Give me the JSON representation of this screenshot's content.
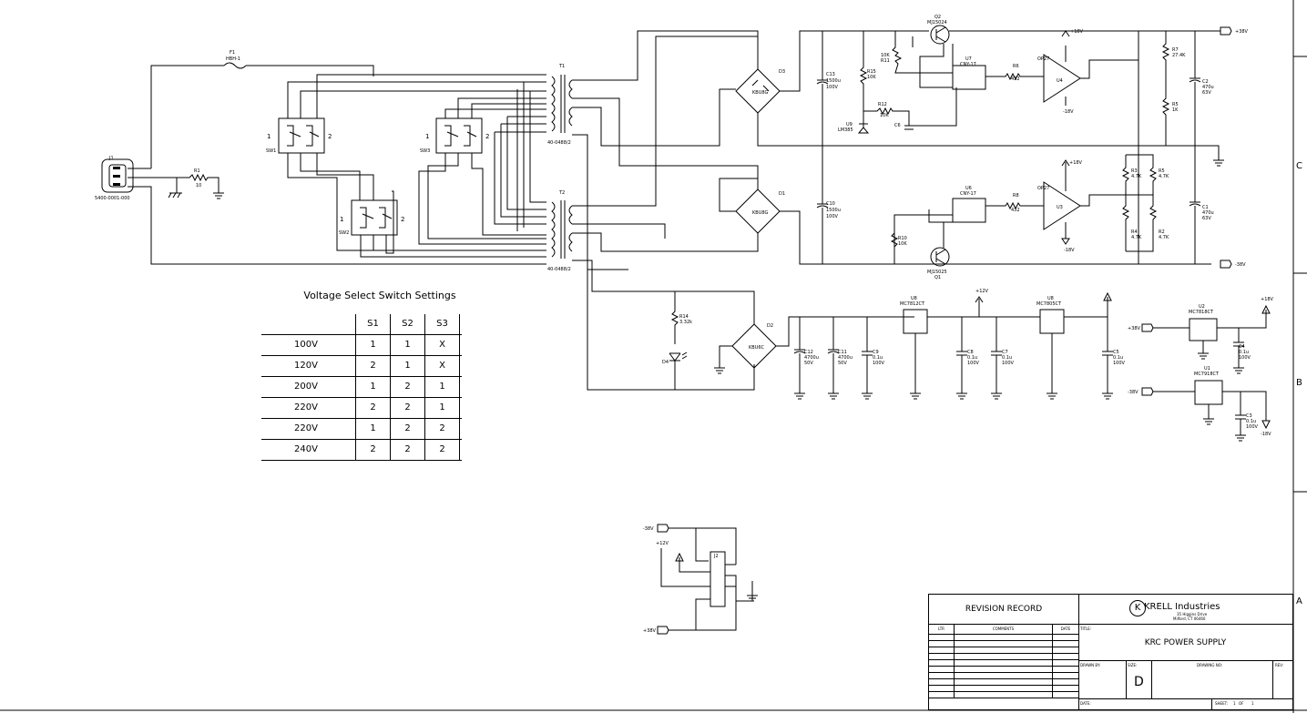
{
  "labels": {
    "fuse": "F1",
    "fuse_val": "HBH-1",
    "j1": "J1",
    "j1_part": "5400-0001-000",
    "r1": "R1",
    "r1_val": "10",
    "sw1": "SW1",
    "sw2": "SW2",
    "sw3": "SW3",
    "p1": "1",
    "p2": "2",
    "t1": "T1",
    "t2": "T2",
    "t_part": "40-0488/2",
    "d3": "D3",
    "d1": "D1",
    "d2": "D2",
    "kbu": "KBU8G",
    "kbu6": "KBU6C",
    "c13": "C13",
    "c13_v": "1500u",
    "c13_vv": "100V",
    "c10": "C10",
    "c10_v": "1500u",
    "c10_vv": "100V",
    "r15": "R15",
    "r15_v": "10K",
    "r11": "R11",
    "r11_v": "10K",
    "q2": "Q2",
    "q2_p": "MJ15024",
    "q1": "Q1",
    "q1_p": "MJ15025",
    "u7": "U7",
    "u6": "U6",
    "cny": "CNY-17",
    "r6": "R6",
    "r8": "R8",
    "r_432": "432",
    "op": "OP27",
    "u4": "U4",
    "u3": "U3",
    "r12": "R12",
    "r12_v": "10K",
    "u9": "U9",
    "lm": "LM385",
    "c6": "C6",
    "r10": "R10",
    "r10_v": "10K",
    "r7": "R7",
    "r7_v": "27.4K",
    "r5k": "R5",
    "r5k_v": "1K",
    "c2": "C2",
    "c2_v": "470u",
    "c2_vv": "63V",
    "c1": "C1",
    "c1_v": "470u",
    "c1_vv": "63V",
    "r3": "R3",
    "r5": "R5",
    "r4": "R4",
    "r2": "R2",
    "r_47": "4.7K",
    "p18": "+18V",
    "m18": "-18V",
    "p12": "+12V",
    "out_p": "+38V",
    "out_m": "-38V",
    "r14": "R14",
    "r14_v": "3.32k",
    "d4": "D4",
    "c12": "C12",
    "c12_v": "4700u",
    "c12_vv": "50V",
    "c11": "C11",
    "c11_v": "4700u",
    "c11_vv": "50V",
    "c9": "C9",
    "c8": "C8",
    "c7": "C7",
    "c5": "C5",
    "c01": "0.1u",
    "c100": "100V",
    "u8a": "U8",
    "u8a_p": "MC7812CT",
    "u8b": "U8",
    "u8b_p": "MC7805CT",
    "u2": "U2",
    "u2_p": "MC7818CT",
    "u1": "U1",
    "u1_p": "MC7918CT",
    "c4": "C4",
    "c3": "C3",
    "j2": "J2",
    "in_p38": "+38V",
    "in_m38": "-38V",
    "conn_m38": "-38V",
    "conn_p12": "+12V",
    "conn_p38": "+38V"
  },
  "table": {
    "title": "Voltage Select Switch Settings",
    "headers": [
      "",
      "S1",
      "S2",
      "S3"
    ],
    "rows": [
      [
        "100V",
        "1",
        "1",
        "X"
      ],
      [
        "120V",
        "2",
        "1",
        "X"
      ],
      [
        "200V",
        "1",
        "2",
        "1"
      ],
      [
        "220V",
        "2",
        "2",
        "1"
      ],
      [
        "220V",
        "1",
        "2",
        "2"
      ],
      [
        "240V",
        "2",
        "2",
        "2"
      ]
    ]
  },
  "title_block": {
    "revision_record": "REVISION RECORD",
    "ltr": "LTR",
    "comments": "COMMENTS",
    "date": "DATE",
    "company": "KRELL Industries",
    "address1": "35 Higgins Drive",
    "address2": "Milford, CT 06460",
    "title_label": "TITLE:",
    "title": "KRC POWER SUPPLY",
    "drawn_by": "DRAWN BY:",
    "size_label": "SIZE:",
    "size": "D",
    "drawing_no": "DRAWING NO:",
    "rev": "REV:",
    "date_label": "DATE:",
    "sheet": "SHEET:",
    "sheet_no": "1",
    "of": "OF",
    "of_no": "1"
  },
  "border": {
    "zones": [
      "C",
      "B",
      "A"
    ]
  }
}
